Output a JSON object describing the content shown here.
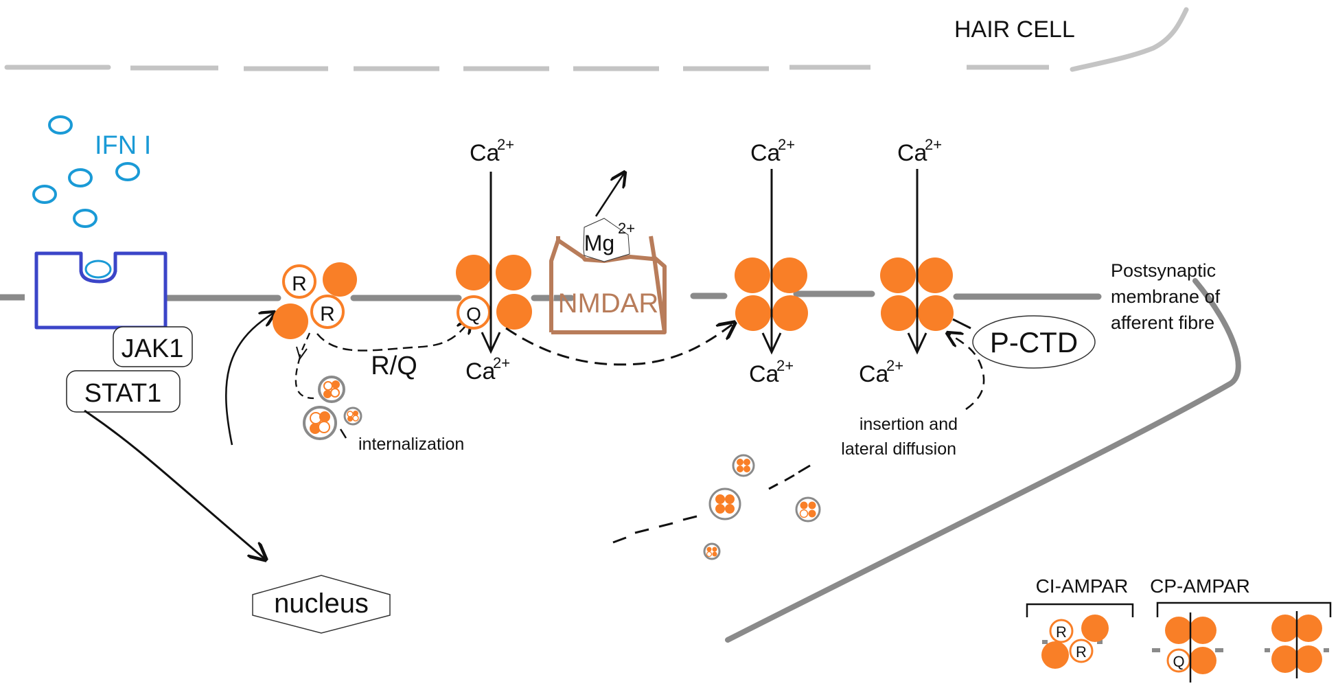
{
  "title": "HAIR  CELL",
  "colors": {
    "receptor_orange": "#f97f27",
    "membrane_gray": "#8a8a8a",
    "hair_cell_gray": "#c4c4c4",
    "ifn_blue": "#1a9ad6",
    "receptor_blue": "#3b45c8",
    "nmdar_brown": "#b87c5a"
  },
  "labels": {
    "ifn": "IFN I",
    "jak1": "JAK1",
    "stat1": "STAT1",
    "nucleus": "nucleus",
    "rq": "R/Q",
    "internalization": "internalization",
    "insertion_line1": "insertion and",
    "insertion_line2": "lateral diffusion",
    "nmdar": "NMDAR",
    "mg": "Mg",
    "mg_charge": "2+",
    "ca": "Ca",
    "ca_charge": "2+",
    "pctd": "P-CTD",
    "postsynaptic_line1": "Postsynaptic",
    "postsynaptic_line2": "membrane of",
    "postsynaptic_line3": "afferent fibre",
    "subunit_r": "R",
    "subunit_q": "Q"
  },
  "legend": {
    "ci_ampar": "CI-AMPAR",
    "cp_ampar": "CP-AMPAR"
  }
}
